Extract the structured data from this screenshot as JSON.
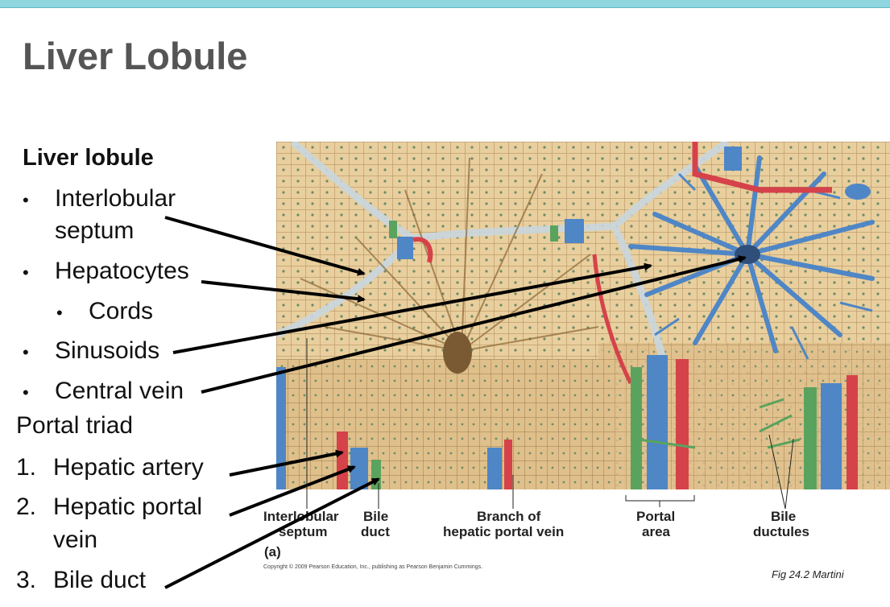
{
  "slide": {
    "title": "Liver Lobule",
    "section_heading": "Liver lobule",
    "bullets": [
      {
        "label": "Interlobular",
        "label2": "septum"
      },
      {
        "label": "Hepatocytes"
      },
      {
        "label": "Cords"
      },
      {
        "label": "Sinusoids"
      },
      {
        "label": "Central vein"
      }
    ],
    "portal_heading": "Portal triad",
    "numbered": [
      {
        "num": "1.",
        "label": "Hepatic artery"
      },
      {
        "num": "2.",
        "label": "Hepatic portal",
        "label2": "vein"
      },
      {
        "num": "3.",
        "label": "Bile duct"
      }
    ]
  },
  "figure": {
    "labels": {
      "interlobular_septum_1": "Interlobular",
      "interlobular_septum_2": "septum",
      "panel": "(a)",
      "bile_duct_1": "Bile",
      "bile_duct_2": "duct",
      "branch_1": "Branch of",
      "branch_2": "hepatic portal vein",
      "portal_area_1": "Portal",
      "portal_area_2": "area",
      "bile_ductules_1": "Bile",
      "bile_ductules_2": "ductules"
    },
    "copyright": "Copyright © 2009 Pearson Education, Inc., publishing as Pearson Benjamin Cummings.",
    "reference": "Fig 24.2 Martini"
  },
  "colors": {
    "accent_bar": "#8fd6df",
    "title": "#555555",
    "tissue": "#e9cf9d",
    "vein": "#4f86c6",
    "artery": "#d6424a",
    "bile": "#5aa35e"
  }
}
